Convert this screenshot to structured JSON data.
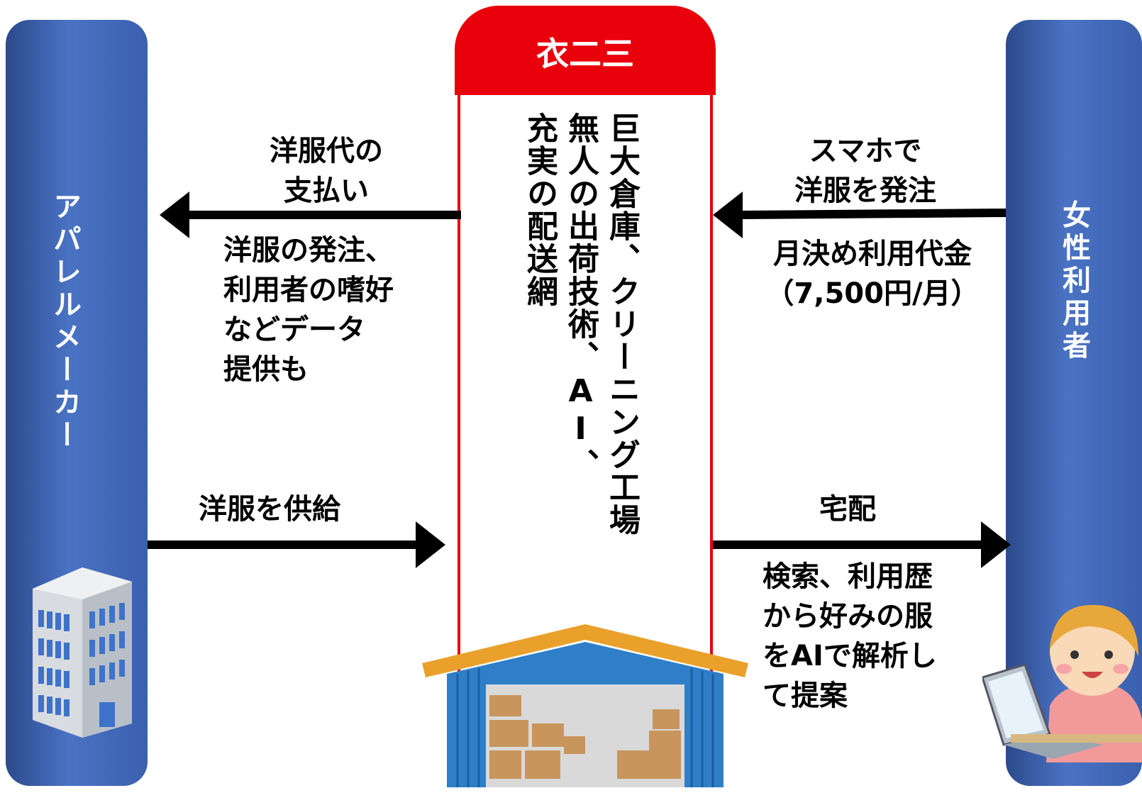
{
  "left_entity": {
    "label": "アパレルメーカー"
  },
  "right_entity": {
    "label": "女性利用者"
  },
  "center": {
    "title": "衣二三",
    "lines": [
      "巨大倉庫、クリーニング工場",
      "無人の出荷技術、AI、",
      "充実の配送網"
    ]
  },
  "flows": {
    "payment_to_maker": {
      "line1": "洋服代の",
      "line2": "支払い"
    },
    "data_to_maker": {
      "lines": [
        "洋服の発注、",
        "利用者の嗜好",
        "などデータ",
        "提供も"
      ]
    },
    "supply_from_maker": {
      "label": "洋服を供給"
    },
    "order_from_user": {
      "line1": "スマホで",
      "line2": "洋服を発注"
    },
    "fee_from_user": {
      "line1": "月決め利用代金",
      "line2": "（7,500円/月）"
    },
    "delivery_to_user": {
      "label": "宅配"
    },
    "ai_proposal": {
      "lines": [
        "検索、利用歴",
        "から好みの服",
        "をAIで解析し",
        "て提案"
      ]
    }
  },
  "colors": {
    "accent_red": "#e8000b",
    "pillar_blue": "#3a60ae"
  }
}
